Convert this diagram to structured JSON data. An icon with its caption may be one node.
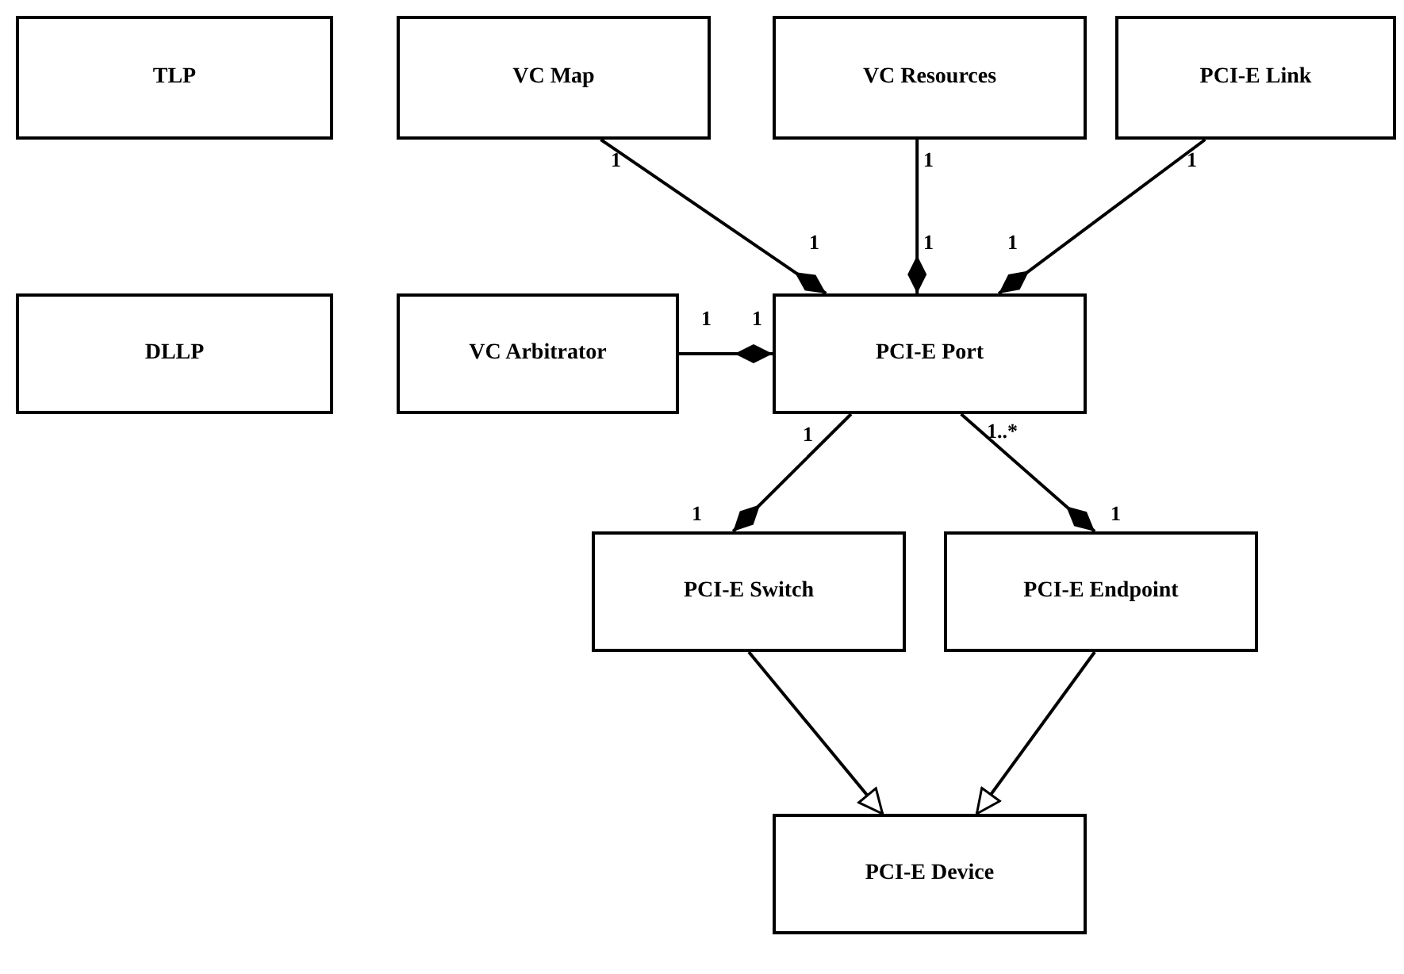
{
  "diagram": {
    "nodes": [
      {
        "text": [
          "TLP"
        ]
      },
      {
        "text": [
          "VC Map"
        ]
      },
      {
        "text": [
          "VC Resources"
        ]
      },
      {
        "text": [
          "PCI-E Link"
        ]
      },
      {
        "text": [
          "DLLP"
        ]
      },
      {
        "text": [
          "VC Arbitrator"
        ]
      },
      {
        "text": [
          "PCI-E Port"
        ]
      },
      {
        "text": [
          "PCI-E Switch"
        ]
      },
      {
        "text": [
          "PCI-E Endpoint"
        ]
      },
      {
        "text": [
          "PCI-E Device"
        ]
      }
    ],
    "edges": [
      {
        "from": 1,
        "to": 6,
        "arrow": "other"
      },
      {
        "from": 2,
        "to": 6,
        "arrow": "other"
      },
      {
        "from": 3,
        "to": 6,
        "arrow": "other"
      },
      {
        "from": 5,
        "to": 6,
        "arrow": "other"
      },
      {
        "from": 6,
        "to": 7,
        "arrow": "other"
      },
      {
        "from": 6,
        "to": 8,
        "arrow": "other"
      },
      {
        "from": 7,
        "to": 9,
        "arrow": "to"
      },
      {
        "from": 8,
        "to": 9,
        "arrow": "to"
      }
    ],
    "labels": [
      "1",
      "1",
      "1",
      "1",
      "1",
      "1",
      "1",
      "1",
      "1",
      "1..*",
      "1",
      "1"
    ]
  }
}
